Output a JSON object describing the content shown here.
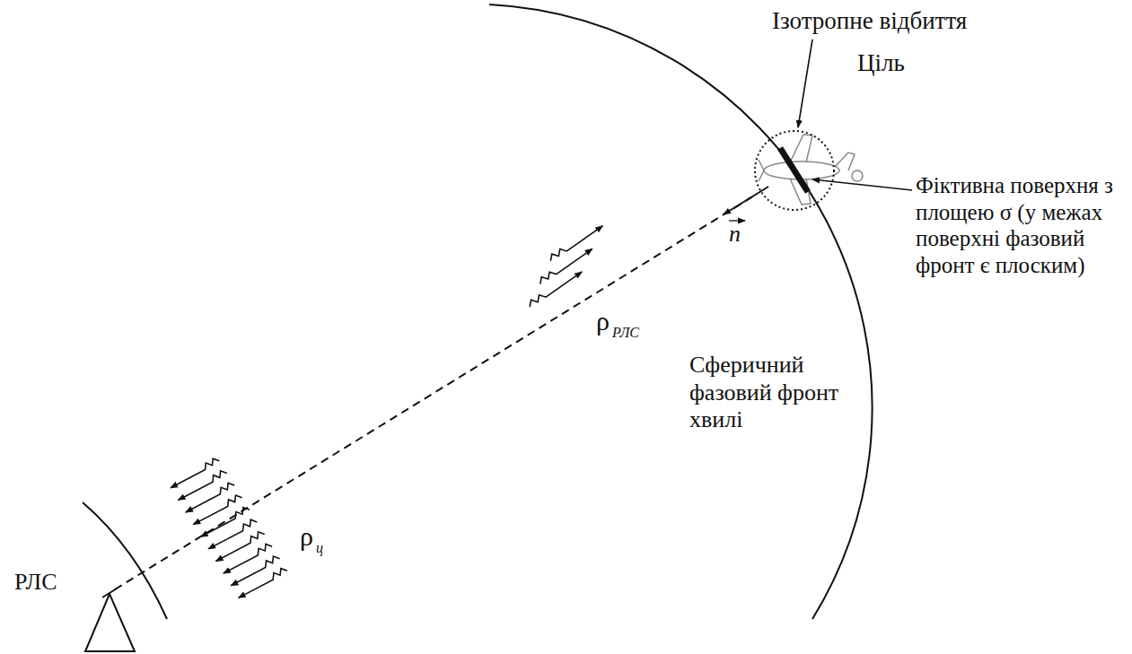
{
  "diagram": {
    "labels": [
      "Ізотропне відбиття",
      "Ціль",
      "Фіктивна поверхня з площею σ (у межах поверхні фазовий фронт є плоским)",
      "Сферичний фазовий фронт хвилі",
      "n",
      "ρ",
      "РЛС",
      "РЛС",
      "ρ",
      "ц"
    ]
  }
}
